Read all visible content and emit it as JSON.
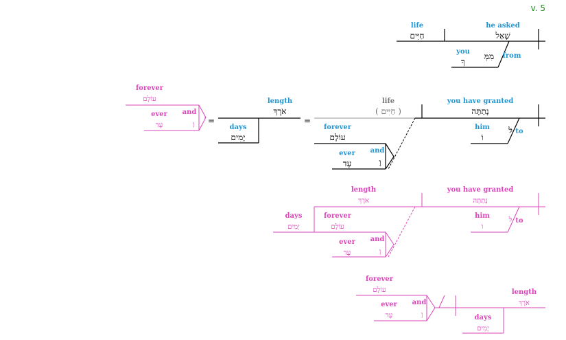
{
  "verse_label": "v. 5",
  "colors": {
    "gloss_blue": "#2196d3",
    "pink": "#dd44bb",
    "black": "#000000",
    "gray": "#777777",
    "verse_green": "#1a8a1a"
  },
  "clause_top": {
    "life_gloss": "life",
    "life_heb": "חַיִּים",
    "asked_gloss": "he asked",
    "asked_heb": "שָׁאַל",
    "you_gloss": "you",
    "you_heb": "ךָ",
    "from_gloss": "from",
    "from_heb": "מִמְּ"
  },
  "clause_main": {
    "length_gloss": "length",
    "length_heb": "אֹרֶךְ",
    "days_gloss": "days",
    "days_heb": "יָמִים",
    "life_gloss": "life",
    "life_heb": "( חַיִּים )",
    "granted_gloss": "you have granted",
    "granted_heb": "נָתַתָּה",
    "him_gloss": "him",
    "him_heb": "וֹ",
    "to_gloss": "to",
    "to_heb": "לּ",
    "forever_gloss": "forever",
    "forever_heb": "עוֹלָם",
    "ever_gloss": "ever",
    "ever_heb": "עֶד",
    "and_gloss": "and",
    "and_heb": "וָ",
    "equals_1": "=",
    "equals_2": "="
  },
  "left_compound": {
    "forever_gloss": "forever",
    "forever_heb": "עוֹלָם",
    "ever_gloss": "ever",
    "ever_heb": "עֶד",
    "and_gloss": "and",
    "and_heb": "וָ"
  },
  "clause_mid": {
    "length_gloss": "length",
    "length_heb": "אֹרֶךְ",
    "granted_gloss": "you have granted",
    "granted_heb": "נָתַתָּה",
    "days_gloss": "days",
    "days_heb": "יָמִים",
    "forever_gloss": "forever",
    "forever_heb": "עוֹלָם",
    "ever_gloss": "ever",
    "ever_heb": "עֶד",
    "and_gloss": "and",
    "and_heb": "וָ",
    "him_gloss": "him",
    "him_heb": "וֹ",
    "to_gloss": "to",
    "to_heb": "לּ"
  },
  "clause_bottom": {
    "forever_gloss": "forever",
    "forever_heb": "עוֹלָם",
    "ever_gloss": "ever",
    "ever_heb": "עֶד",
    "and_gloss": "and",
    "and_heb": "וָ",
    "length_gloss": "length",
    "length_heb": "אֹרֶךְ",
    "days_gloss": "days",
    "days_heb": "יָמִים"
  }
}
